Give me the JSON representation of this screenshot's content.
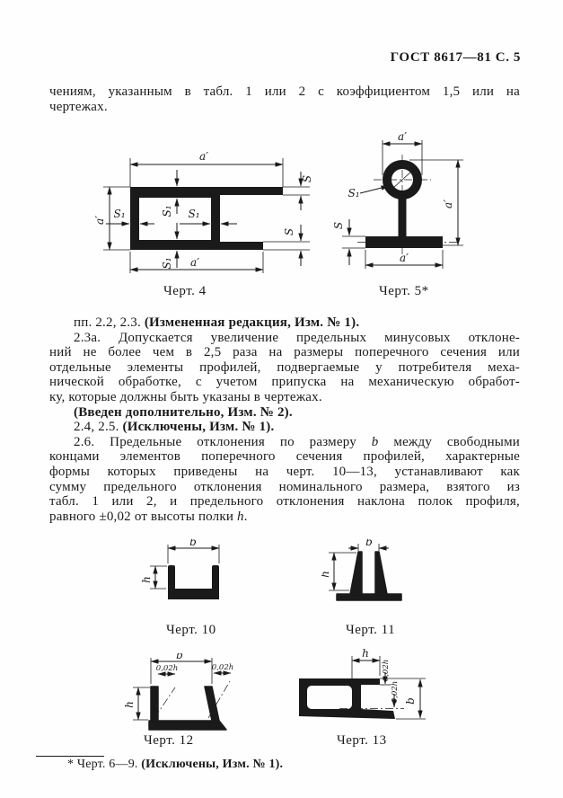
{
  "header": {
    "text": "ГОСТ 8617—81  С. 5"
  },
  "intro": {
    "paragraphs": [
      {
        "indent": false,
        "lines": [
          [
            [
              "чениям, указанным в табл. 1 или 2 с коэффициентом 1,5 или на",
              ""
            ]
          ],
          [
            [
              "чертежах.",
              ""
            ]
          ]
        ]
      }
    ]
  },
  "body": {
    "paragraphs": [
      {
        "indent": true,
        "lines": [
          [
            [
              "пп. 2.2, 2.3. ",
              ""
            ],
            [
              "(Измененная редакция, Изм. № 1).",
              "b"
            ]
          ]
        ]
      },
      {
        "indent": true,
        "lines": [
          [
            [
              "2.3а. Допускается увеличение предельных минусовых отклоне-",
              ""
            ]
          ],
          [
            [
              "ний не более чем в 2,5 раза на размеры поперечного сечения или",
              ""
            ]
          ],
          [
            [
              "отдельные элементы профилей, подвергаемые у потребителя меха-",
              ""
            ]
          ],
          [
            [
              "нической обработке, с учетом припуска на механическую обработ-",
              ""
            ]
          ],
          [
            [
              "ку, которые должны быть указаны в чертежах.",
              ""
            ]
          ]
        ]
      },
      {
        "indent": true,
        "lines": [
          [
            [
              "(Введен дополнительно, Изм. № 2).",
              "b"
            ]
          ]
        ]
      },
      {
        "indent": true,
        "lines": [
          [
            [
              "2.4, 2.5. ",
              ""
            ],
            [
              "(Исключены, Изм. № 1).",
              "b"
            ]
          ]
        ]
      },
      {
        "indent": true,
        "lines": [
          [
            [
              "2.6. Предельные отклонения по размеру ",
              ""
            ],
            [
              "b",
              "i"
            ],
            [
              " между свободными",
              ""
            ]
          ],
          [
            [
              "концами элементов поперечного сечения профилей, характерные",
              ""
            ]
          ],
          [
            [
              "формы которых приведены на черт. 10—13, устанавливают как",
              ""
            ]
          ],
          [
            [
              "сумму предельного отклонения номинального размера, взятого из",
              ""
            ]
          ],
          [
            [
              "табл. 1 или 2, и предельного отклонения наклона полок профиля,",
              ""
            ]
          ],
          [
            [
              "равного ±0,02 от высоты полки ",
              ""
            ],
            [
              "h",
              "i"
            ],
            [
              ".",
              ""
            ]
          ]
        ]
      }
    ]
  },
  "figures": {
    "fig4": {
      "caption": "Черт. 4",
      "a_top": "a′",
      "a_left": "a′",
      "a_bottom": "a′",
      "s1_left": "S₁",
      "s1_top": "S₁",
      "s1_mid": "S₁",
      "s1_bottom": "S₁",
      "s_top": "S",
      "s_bottom": "S"
    },
    "fig5": {
      "caption": "Черт. 5*",
      "a_top": "a′",
      "a_right": "a′",
      "a_bottom": "a′",
      "s1": "S₁",
      "s": "S"
    },
    "fig10": {
      "caption": "Черт. 10",
      "b": "b",
      "h": "h"
    },
    "fig11": {
      "caption": "Черт. 11",
      "b": "b",
      "h": "h"
    },
    "fig12": {
      "caption": "Черт. 12",
      "b": "b",
      "h": "h",
      "tol_left": "0,02h",
      "tol_right": "0,02h"
    },
    "fig13": {
      "caption": "Черт. 13",
      "h": "h",
      "b": "b",
      "tol_top": "0,02h",
      "tol_mid": "0,02h"
    }
  },
  "footnote": {
    "paragraphs": [
      {
        "indent": false,
        "lines": [
          [
            [
              "* Черт. 6—9. ",
              ""
            ],
            [
              "(Исключены, Изм. № 1).",
              "b"
            ]
          ]
        ]
      }
    ]
  }
}
